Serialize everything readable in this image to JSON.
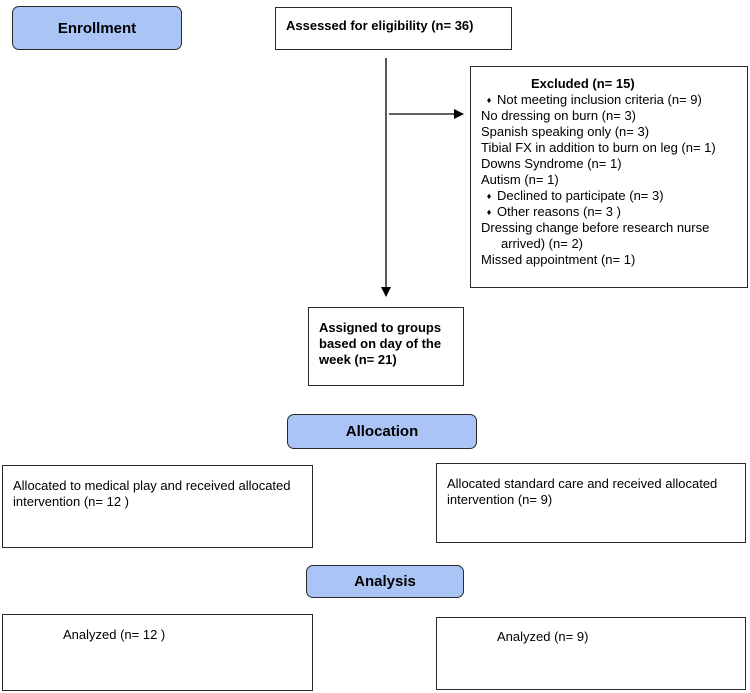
{
  "stages": {
    "enrollment": "Enrollment",
    "allocation": "Allocation",
    "analysis": "Analysis"
  },
  "assessed": "Assessed for eligibility (n= 36)",
  "excluded": {
    "title": "Excluded (n= 15)",
    "items": [
      {
        "text": "Not meeting inclusion criteria (n= 9)",
        "bullet": true,
        "indent": false
      },
      {
        "text": "No dressing on burn (n= 3)",
        "bullet": false,
        "indent": false
      },
      {
        "text": "Spanish speaking only (n= 3)",
        "bullet": false,
        "indent": false
      },
      {
        "text": "Tibial FX in addition to burn on leg (n= 1)",
        "bullet": false,
        "indent": false
      },
      {
        "text": "Downs Syndrome (n= 1)",
        "bullet": false,
        "indent": false
      },
      {
        "text": "Autism (n= 1)",
        "bullet": false,
        "indent": false
      },
      {
        "text": "Declined to participate (n=  3)",
        "bullet": true,
        "indent": false
      },
      {
        "text": "Other reasons (n= 3 )",
        "bullet": true,
        "indent": false
      },
      {
        "text": "Dressing change before research nurse",
        "bullet": false,
        "indent": false
      },
      {
        "text": "arrived) (n= 2)",
        "bullet": false,
        "indent": true
      },
      {
        "text": "Missed appointment (n= 1)",
        "bullet": false,
        "indent": false
      }
    ]
  },
  "assigned": "Assigned to groups based on day of the week (n= 21)",
  "allocated_left": "Allocated to medical play and received allocated intervention (n= 12 )",
  "allocated_right": "Allocated standard care and received allocated intervention (n= 9)",
  "analyzed_left": "Analyzed (n= 12 )",
  "analyzed_right": "Analyzed (n= 9)",
  "bullet_glyph": "♦"
}
